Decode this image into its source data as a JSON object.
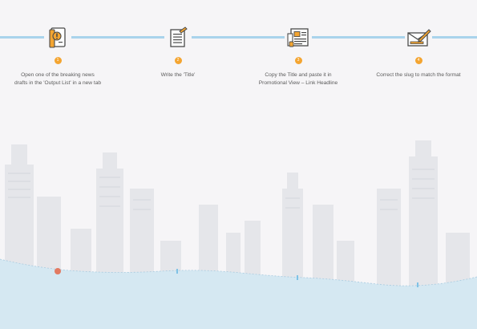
{
  "steps": [
    {
      "number": "1",
      "icon": "code-document-icon",
      "label": "Open one of the breaking news\ndrafts in the 'Output List' in a new tab"
    },
    {
      "number": "2",
      "icon": "pencil-document-icon",
      "label": "Write the 'Title'"
    },
    {
      "number": "3",
      "icon": "newspaper-icon",
      "label": "Copy the Title and paste it in\nPromotional View – Link Headline"
    },
    {
      "number": "4",
      "icon": "envelope-pencil-icon",
      "label": "Correct the slug to match the format"
    }
  ],
  "colors": {
    "accent": "#f4a531",
    "timeline": "#a9d3ec",
    "background": "#f6f5f7",
    "skyline": "#e4e5e9",
    "water": "#d5e8f2",
    "marker_red": "#e27a62",
    "marker_blue": "#7fc2e6"
  }
}
